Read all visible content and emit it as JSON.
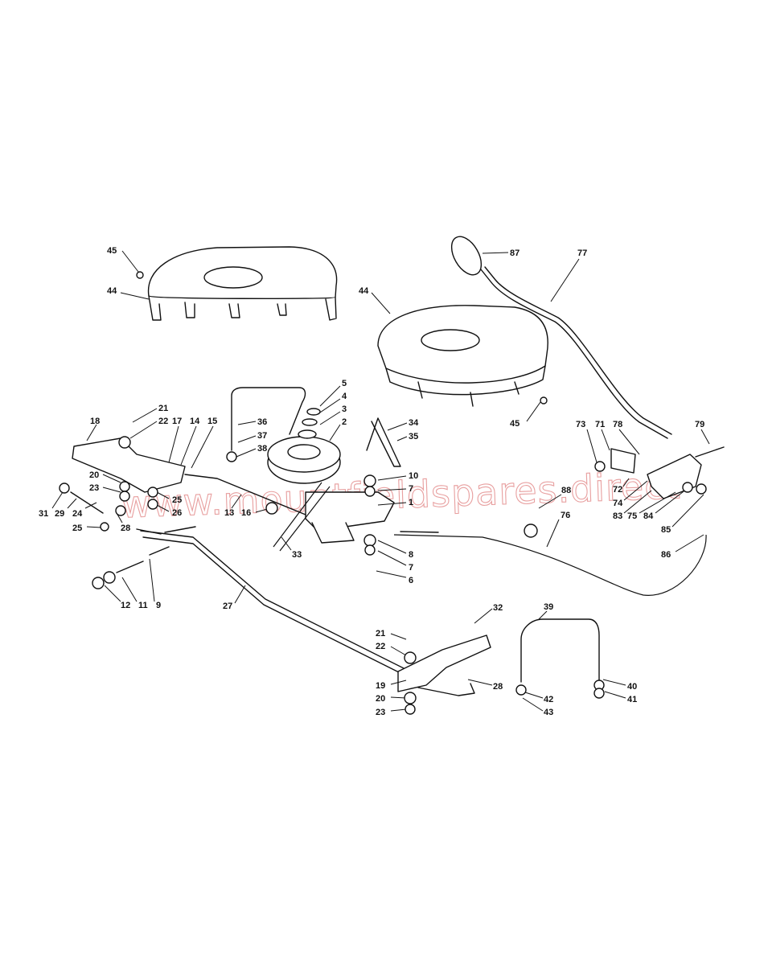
{
  "watermark": "www.mountfieldspares.direct",
  "labels": [
    "1",
    "2",
    "3",
    "4",
    "5",
    "6",
    "7",
    "7",
    "8",
    "9",
    "10",
    "11",
    "12",
    "13",
    "14",
    "15",
    "16",
    "17",
    "18",
    "19",
    "20",
    "20",
    "21",
    "21",
    "22",
    "22",
    "23",
    "23",
    "24",
    "25",
    "25",
    "26",
    "27",
    "28",
    "28",
    "29",
    "31",
    "32",
    "33",
    "34",
    "35",
    "36",
    "37",
    "38",
    "39",
    "40",
    "41",
    "42",
    "43",
    "44",
    "44",
    "45",
    "45",
    "71",
    "72",
    "73",
    "74",
    "75",
    "76",
    "77",
    "78",
    "79",
    "83",
    "84",
    "85",
    "86",
    "87",
    "88"
  ]
}
